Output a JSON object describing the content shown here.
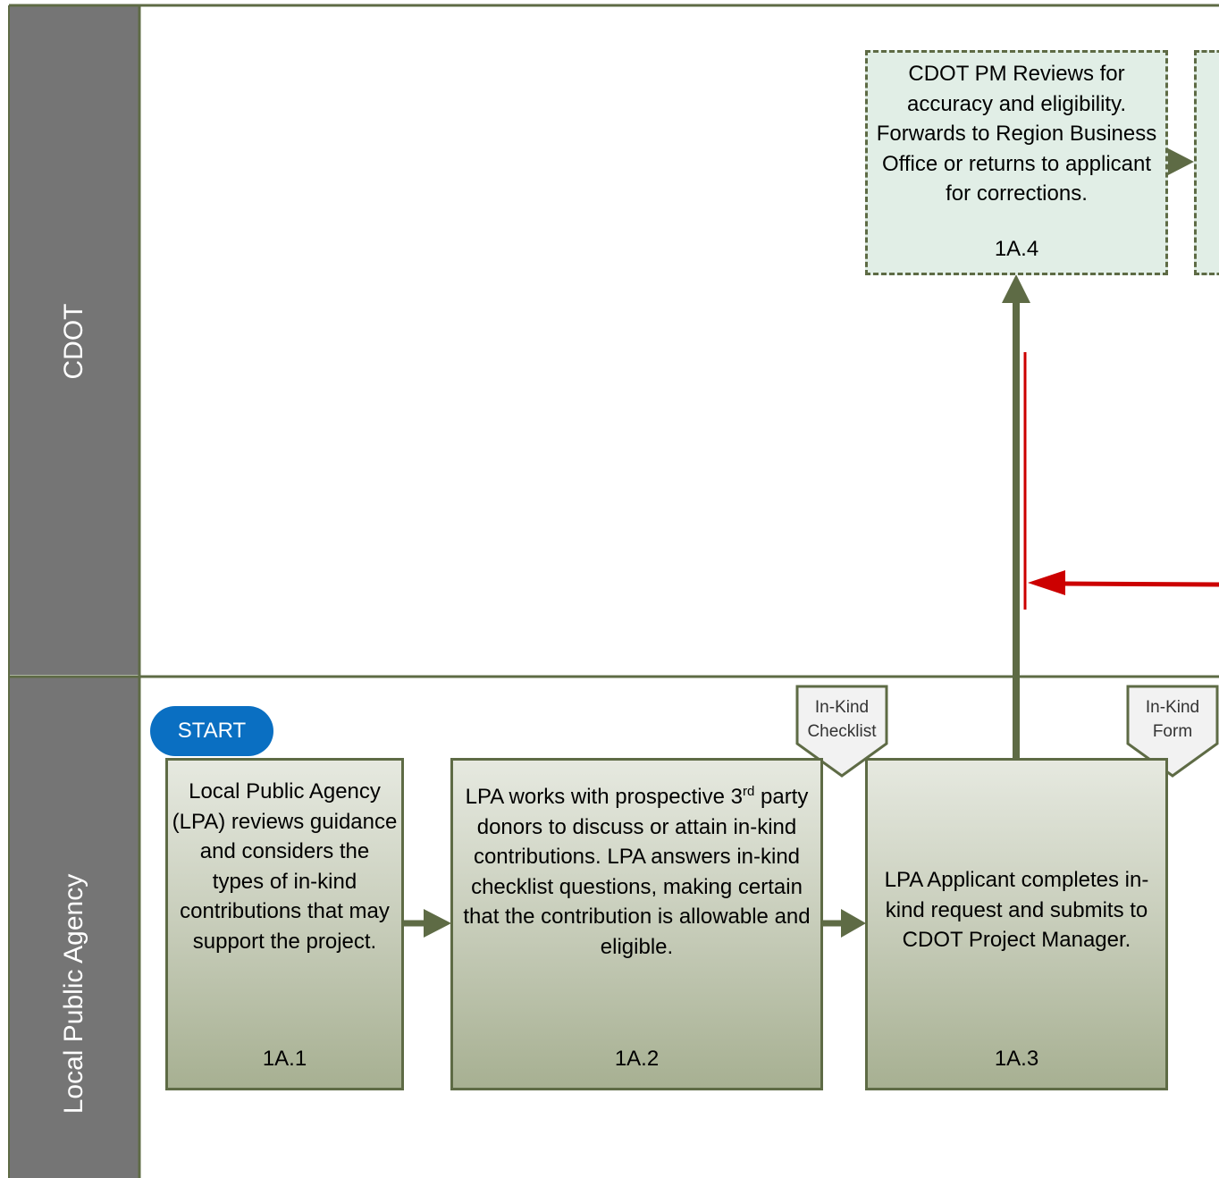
{
  "lanes": {
    "cdot": "CDOT",
    "lpa": "Local Public Agency"
  },
  "start_label": "START",
  "steps": {
    "s1": {
      "text": "Local Public Agency (LPA) reviews guidance and considers the types of in-kind contributions that may support the project.",
      "id": "1A.1"
    },
    "s2": {
      "text_a": "LPA works with prospective 3",
      "sup": "rd",
      "text_b": " party donors to discuss or attain in-kind contributions.  LPA answers in-kind checklist questions, making certain that the contribution is allowable and eligible.",
      "id": "1A.2"
    },
    "s3": {
      "text": "LPA Applicant completes in-kind request and submits to CDOT Project Manager.",
      "id": "1A.3"
    },
    "s4": {
      "text": "CDOT PM Reviews for accuracy and eligibility. Forwards to Region Business Office or returns to applicant for corrections.",
      "id": "1A.4"
    }
  },
  "documents": {
    "checklist": {
      "line1": "In-Kind",
      "line2": "Checklist"
    },
    "form": {
      "line1": "In-Kind",
      "line2": "Form"
    }
  },
  "colors": {
    "lane_header": "#757575",
    "line": "#5e6b45",
    "return_arrow": "#cc0000",
    "start": "#0a6fc2",
    "dashed_fill": "#e1eee6"
  }
}
